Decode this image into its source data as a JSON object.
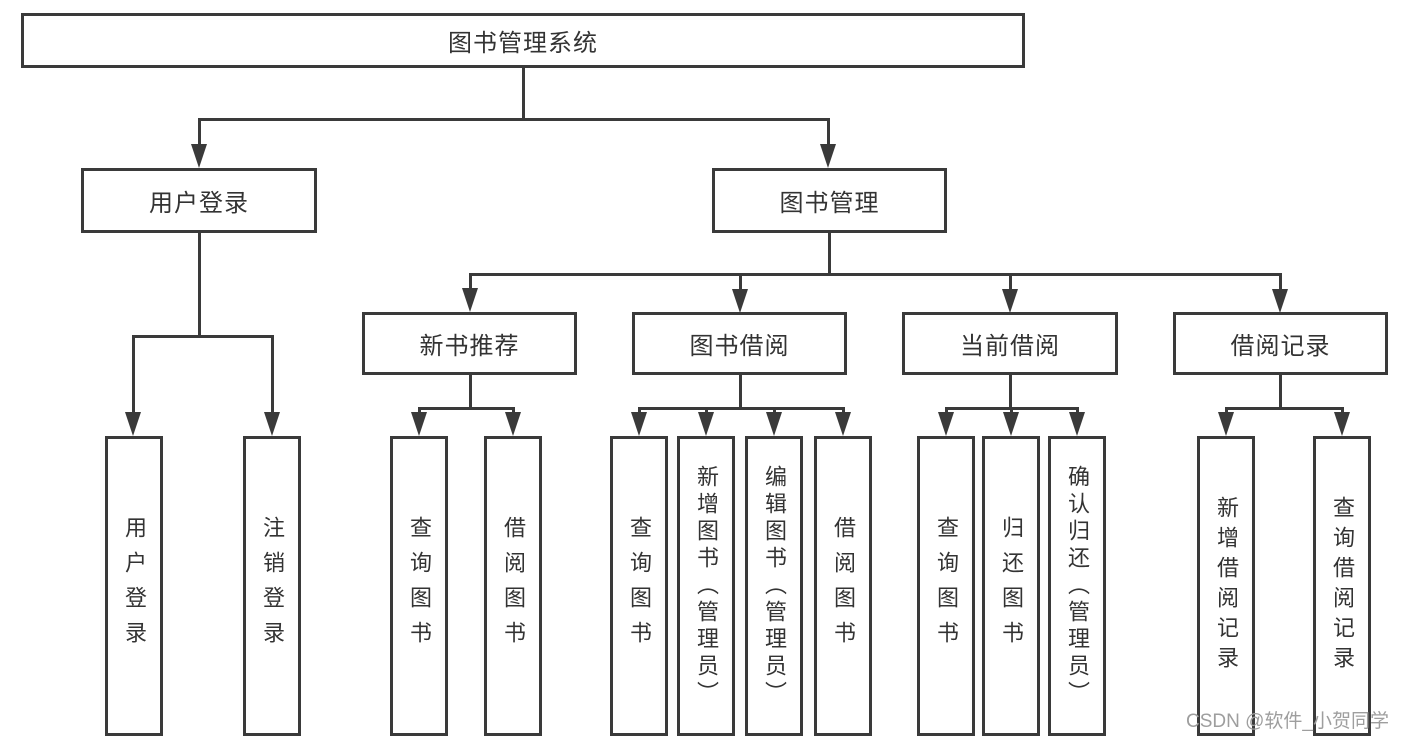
{
  "diagram": {
    "root": {
      "label": "图书管理系统"
    },
    "level2": [
      {
        "label": "用户登录"
      },
      {
        "label": "图书管理"
      }
    ],
    "level3": [
      {
        "label": "新书推荐"
      },
      {
        "label": "图书借阅"
      },
      {
        "label": "当前借阅"
      },
      {
        "label": "借阅记录"
      }
    ],
    "leaves": {
      "user_login": [
        {
          "label": "用户登录"
        },
        {
          "label": "注销登录"
        }
      ],
      "new_book": [
        {
          "label": "查询图书"
        },
        {
          "label": "借阅图书"
        }
      ],
      "book_borrow": [
        {
          "label": "查询图书"
        },
        {
          "label": "新增图书（管理员）"
        },
        {
          "label": "编辑图书（管理员）"
        },
        {
          "label": "借阅图书"
        }
      ],
      "current_borrow": [
        {
          "label": "查询图书"
        },
        {
          "label": "归还图书"
        },
        {
          "label": "确认归还（管理员）"
        }
      ],
      "borrow_record": [
        {
          "label": "新增借阅记录"
        },
        {
          "label": "查询借阅记录"
        }
      ]
    },
    "watermark": "CSDN @软件_小贺同学",
    "colors": {
      "line": "#3a3a3a",
      "text": "#333333",
      "watermark": "#9e9e9e",
      "background": "#ffffff"
    }
  }
}
